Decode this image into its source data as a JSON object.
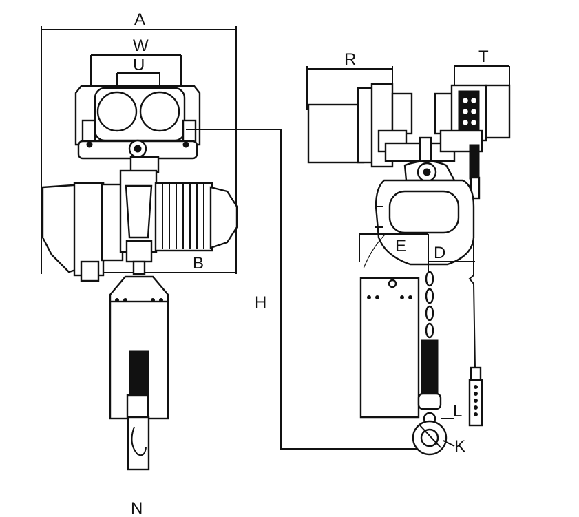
{
  "diagram": {
    "colors": {
      "line": "#111111",
      "background": "#ffffff"
    },
    "labels": {
      "A": "A",
      "W": "W",
      "U": "U",
      "B": "B",
      "H": "H",
      "N": "N",
      "R": "R",
      "T": "T",
      "E": "E",
      "D": "D",
      "L": "L",
      "K": "K"
    }
  }
}
